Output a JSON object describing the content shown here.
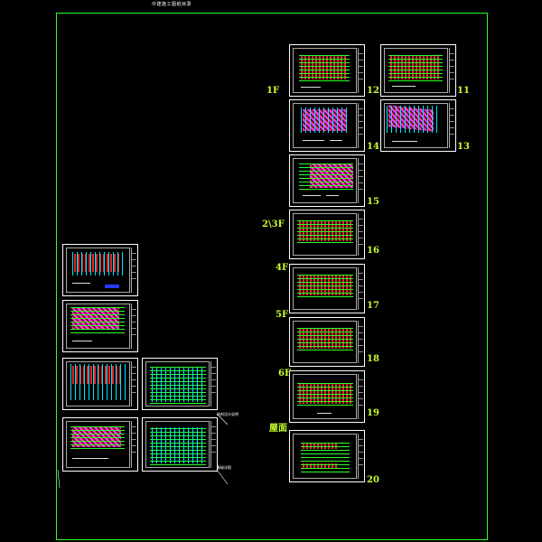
{
  "title": "中建施工图纸目录",
  "floor_labels": {
    "f1": "1F",
    "f2_3": "2\\3F",
    "f4": "4F",
    "f5": "5F",
    "f6": "6F",
    "roof": "屋面"
  },
  "sheet_numbers": {
    "s11": "11",
    "s12": "12",
    "s13": "13",
    "s14": "14",
    "s15": "15",
    "s16": "16",
    "s17": "17",
    "s18": "18",
    "s19": "19",
    "s20": "20"
  },
  "small_labels": {
    "a": "结构设计说明",
    "b": "基础详图"
  },
  "colors": {
    "frame": "#2aff2a",
    "label": "#c8ff30",
    "plan_red": "#ff2a2a",
    "plan_magenta": "#ff30ff",
    "line_green": "#2aff2a",
    "line_cyan": "#00e5ff"
  }
}
